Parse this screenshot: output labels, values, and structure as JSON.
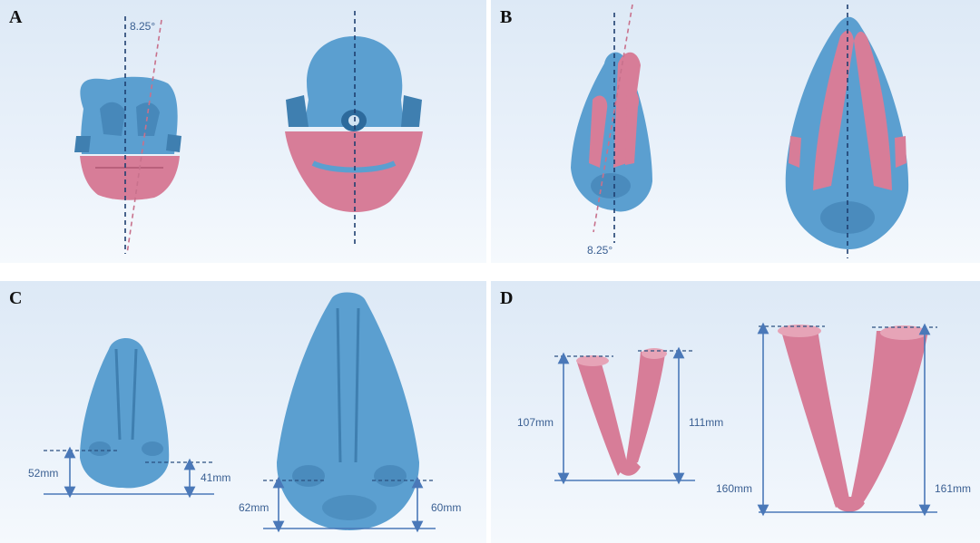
{
  "panels": {
    "A": {
      "label": "A",
      "angle": "8.25°"
    },
    "B": {
      "label": "B",
      "angle": "8.25°"
    },
    "C": {
      "label": "C",
      "left_measure_1": "52mm",
      "left_measure_2": "41mm",
      "right_measure_1": "62mm",
      "right_measure_2": "60mm"
    },
    "D": {
      "label": "D",
      "left_measure_1": "107mm",
      "left_measure_2": "111mm",
      "right_measure_1": "160mm",
      "right_measure_2": "161mm"
    }
  },
  "colors": {
    "skull": "#5b9fd0",
    "mandible": "#d77d98",
    "skull_shadow": "#3f7fb0",
    "axis_line": "#1f3f70",
    "deviation_line": "#c8718c",
    "measure": "#4a78b8"
  }
}
